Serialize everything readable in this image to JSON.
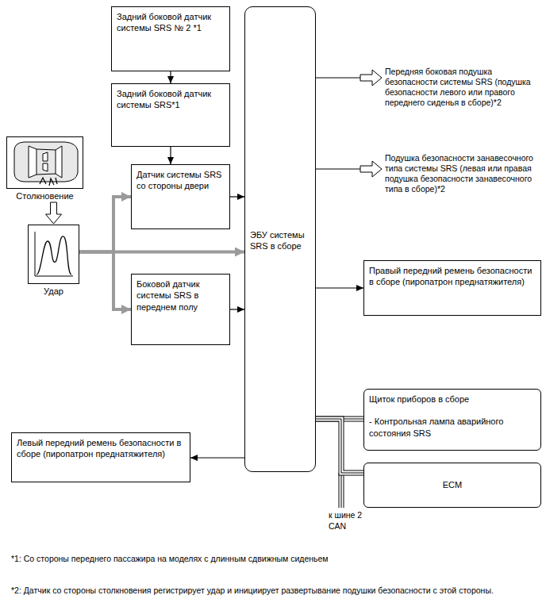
{
  "diagram": {
    "nodes": [
      {
        "text": [
          "Задний боковой датчик системы SRS № 2 *1"
        ]
      },
      {
        "text": [
          "Задний боковой датчик системы SRS*1"
        ]
      },
      {
        "text": [
          "Столкновение"
        ]
      },
      {
        "text": [
          "Датчик системы SRS со стороны двери"
        ]
      },
      {
        "text": [
          "Удар"
        ]
      },
      {
        "text": [
          "Боковой датчик системы SRS в переднем полу"
        ]
      },
      {
        "text": [
          "ЭБУ системы SRS в сборе"
        ]
      },
      {
        "text": [
          "Передняя боковая подушка безопасности системы SRS (подушка безопасности левого или правого переднего сиденья в сборе)*2"
        ]
      },
      {
        "text": [
          "Подушка безопасности занавесочного типа системы SRS (левая или правая подушка безопасности занавесочного типа в сборе)*2"
        ]
      },
      {
        "text": [
          "Правый передний ремень безопасности в сборе (пиропатрон преднатяжителя)"
        ]
      },
      {
        "text": [
          "Щиток приборов в сборе",
          "- Контрольная лампа аварийного состояния SRS"
        ]
      },
      {
        "text": [
          "ECM"
        ]
      },
      {
        "text": [
          "Левый передний ремень безопасности в сборе (пиропатрон преднатяжителя)"
        ]
      }
    ],
    "edges": [
      {
        "from": 0,
        "to": 1,
        "arrow": "to"
      },
      {
        "from": 1,
        "to": 3,
        "arrow": "to"
      },
      {
        "from": 2,
        "to": 4,
        "arrow": "to"
      },
      {
        "from": 4,
        "to": 3,
        "arrow": "to"
      },
      {
        "from": 4,
        "to": 6,
        "arrow": "to"
      },
      {
        "from": 4,
        "to": 5,
        "arrow": "to"
      },
      {
        "from": 3,
        "to": 6,
        "arrow": "to"
      },
      {
        "from": 5,
        "to": 6,
        "arrow": "to"
      },
      {
        "from": 6,
        "to": 7,
        "arrow": "to"
      },
      {
        "from": 6,
        "to": 8,
        "arrow": "to"
      },
      {
        "from": 6,
        "to": 9,
        "arrow": "to"
      },
      {
        "from": 6,
        "to": 10,
        "arrow": "none"
      },
      {
        "from": 6,
        "to": 11,
        "arrow": "none"
      },
      {
        "from": 6,
        "to": 12,
        "arrow": "to"
      }
    ],
    "labels": [
      "к шине 2 CAN",
      "*1: Со стороны переднего пассажира на моделях с длинным сдвижным сиденьем",
      "*2: Датчик со стороны столкновения регистрирует удар и инициирует развертывание подушки безопасности с этой стороны."
    ]
  }
}
